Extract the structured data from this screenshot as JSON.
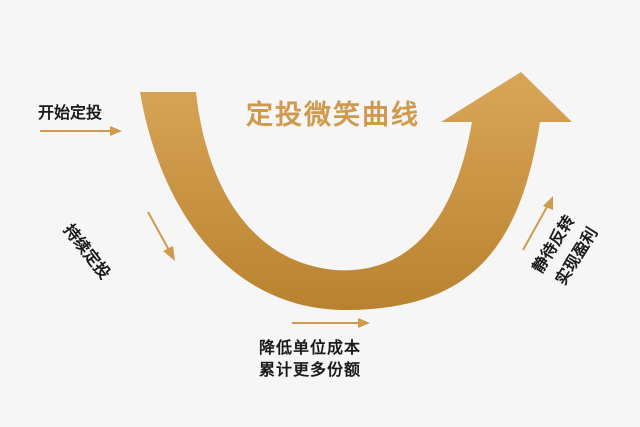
{
  "diagram": {
    "title": "定投微笑曲线",
    "labels": {
      "start": "开始定投",
      "continue": "持续定投",
      "wait_line1": "静待反转",
      "wait_line2": "实现盈利",
      "bottom_line1": "降低单位成本",
      "bottom_line2": "累计更多份额"
    },
    "colors": {
      "curve": "#c8903f",
      "arrow": "#cf9a4e",
      "title": "#cf9a4e",
      "text": "#1b1b1b",
      "background": "#f6f6f6"
    }
  }
}
